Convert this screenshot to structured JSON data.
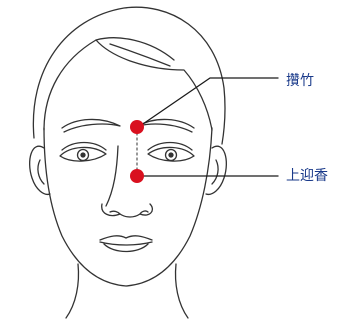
{
  "points": [
    {
      "id": "zanzhu",
      "label": "攢竹"
    },
    {
      "id": "yingxiang",
      "label": "上迎香"
    }
  ],
  "colors": {
    "point": "#d9101f",
    "label": "#1a3a8a",
    "line": "#1a1a1a",
    "sketch": "#333333"
  }
}
